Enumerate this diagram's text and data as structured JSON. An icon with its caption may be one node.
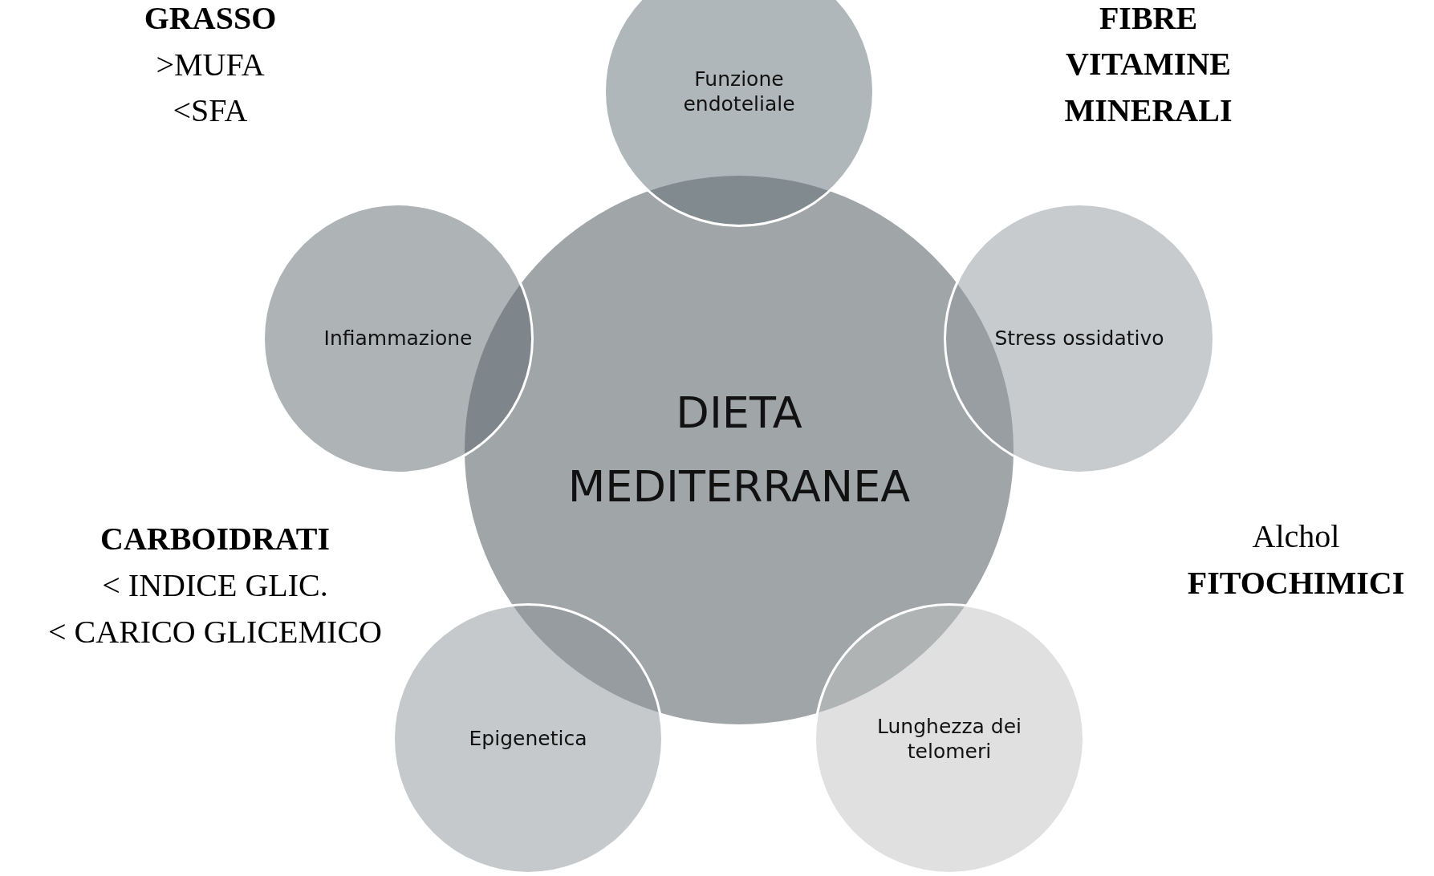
{
  "diagram": {
    "nodes": [
      {
        "text": [
          "DIETA MEDITERRANEA"
        ]
      },
      {
        "text": [
          "Funzione endoteliale"
        ]
      },
      {
        "text": [
          "Infiammazione"
        ]
      },
      {
        "text": [
          "Stress ossidativo"
        ]
      },
      {
        "text": [
          "Epigenetica"
        ]
      },
      {
        "text": [
          "Lunghezza dei telomeri"
        ]
      }
    ],
    "labels": [
      "GRASSO",
      ">MUFA",
      "<SFA",
      "FIBRE",
      "VITAMINE",
      "MINERALI",
      "CARBOIDRATI",
      "< INDICE GLIC.",
      "< CARICO GLICEMICO",
      "Alchol",
      "FITOCHIMICI"
    ]
  }
}
